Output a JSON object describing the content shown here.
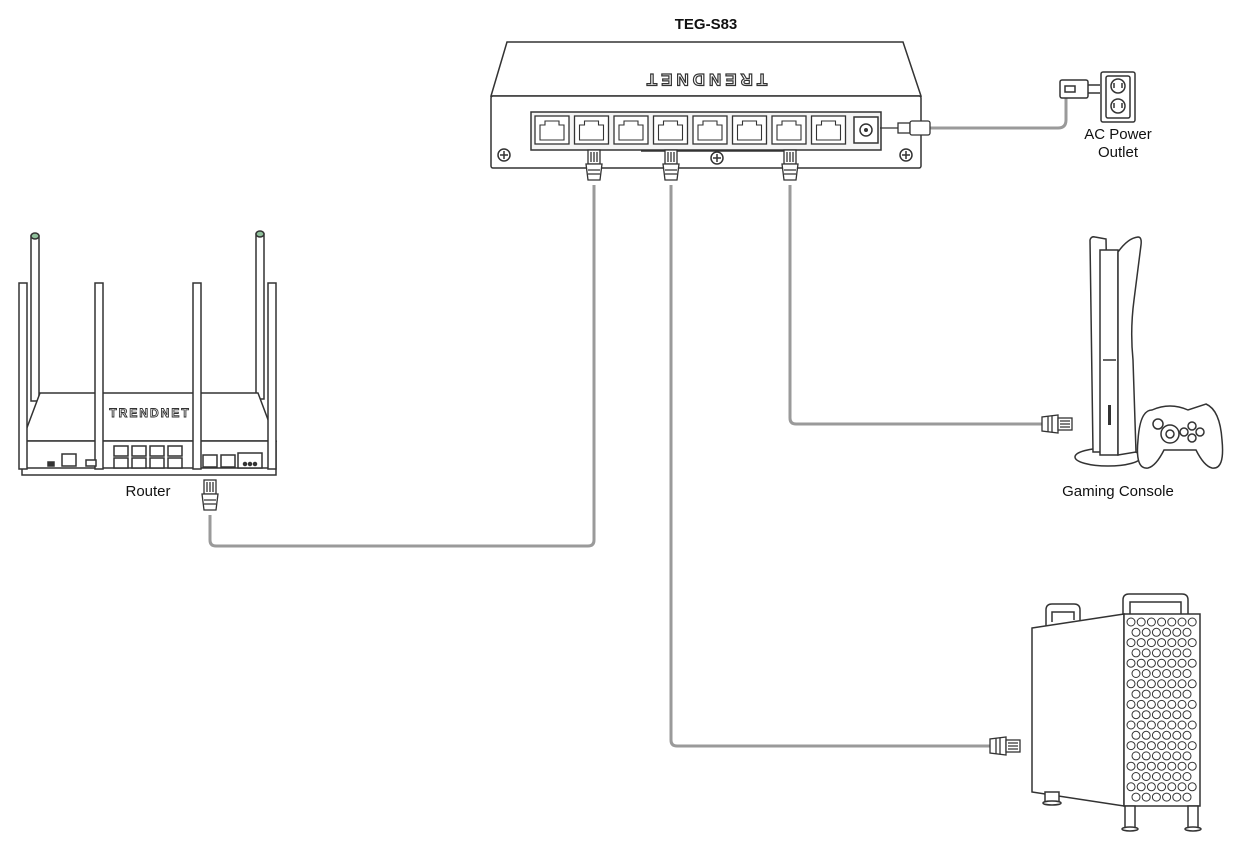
{
  "switch": {
    "model": "TEG-S83",
    "brand_mark": "TRENDNET",
    "port_count": 8
  },
  "devices": {
    "router": {
      "label": "Router",
      "brand_mark": "TRENDNET"
    },
    "power": {
      "label_line1": "AC Power",
      "label_line2": "Outlet"
    },
    "console": {
      "label": "Gaming Console"
    },
    "computer": {
      "label": ""
    }
  },
  "colors": {
    "line": "#333333",
    "cable": "#9a9a9a",
    "device_fill": "#ffffff",
    "panel_fill": "#f4f4f4"
  }
}
